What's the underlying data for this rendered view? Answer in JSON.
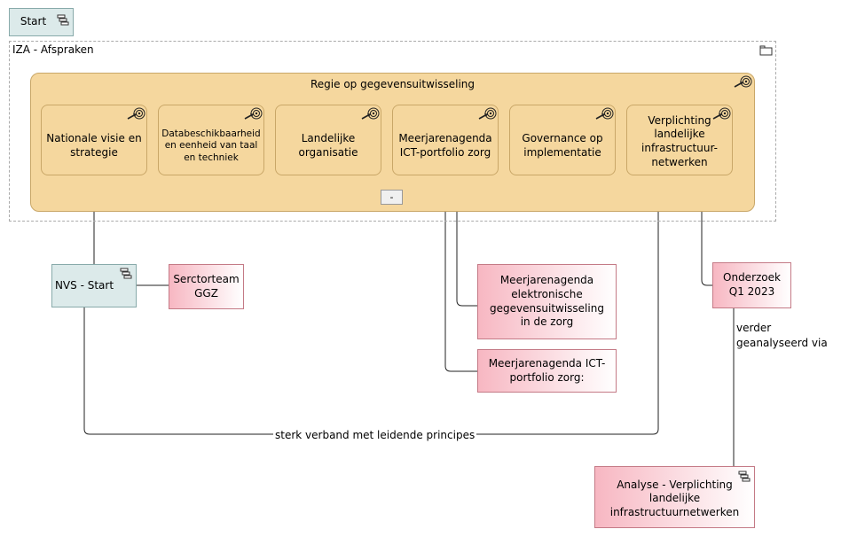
{
  "start": {
    "label": "Start"
  },
  "group": {
    "label": "IZA - Afspraken",
    "goal": {
      "label": "Regie op gegevensuitwisseling",
      "collapse_label": "-",
      "children": [
        {
          "label": "Nationale visie en strategie"
        },
        {
          "label": "Databeschikbaarheid en eenheid van taal en techniek"
        },
        {
          "label": "Landelijke organisatie"
        },
        {
          "label": "Meerjarenagenda ICT-portfolio zorg"
        },
        {
          "label": "Governance op implementatie"
        },
        {
          "label": "Verplichting landelijke infrastructuur-netwerken"
        }
      ]
    }
  },
  "nodes": {
    "nvs_start": {
      "label": "NVS - Start"
    },
    "serctorteam": {
      "label": "Serctorteam GGZ"
    },
    "meerjarenagenda_elek": {
      "label": "Meerjarenagenda elektronische gegevensuitwisseling in de zorg"
    },
    "meerjarenagenda_ict": {
      "label": "Meerjarenagenda ICT-portfolio zorg:"
    },
    "onderzoek": {
      "label": "Onderzoek Q1 2023"
    },
    "analyse": {
      "label": "Analyse - Verplichting landelijke infrastructuurnetwerken"
    }
  },
  "edges": {
    "sterk_verband": "sterk verband met leidende principes",
    "verder": "verder geanalyseerd via"
  },
  "colors": {
    "plateau": "#dceaea",
    "workpackage": "#f7b7c2",
    "goal": "#f5d79e"
  }
}
